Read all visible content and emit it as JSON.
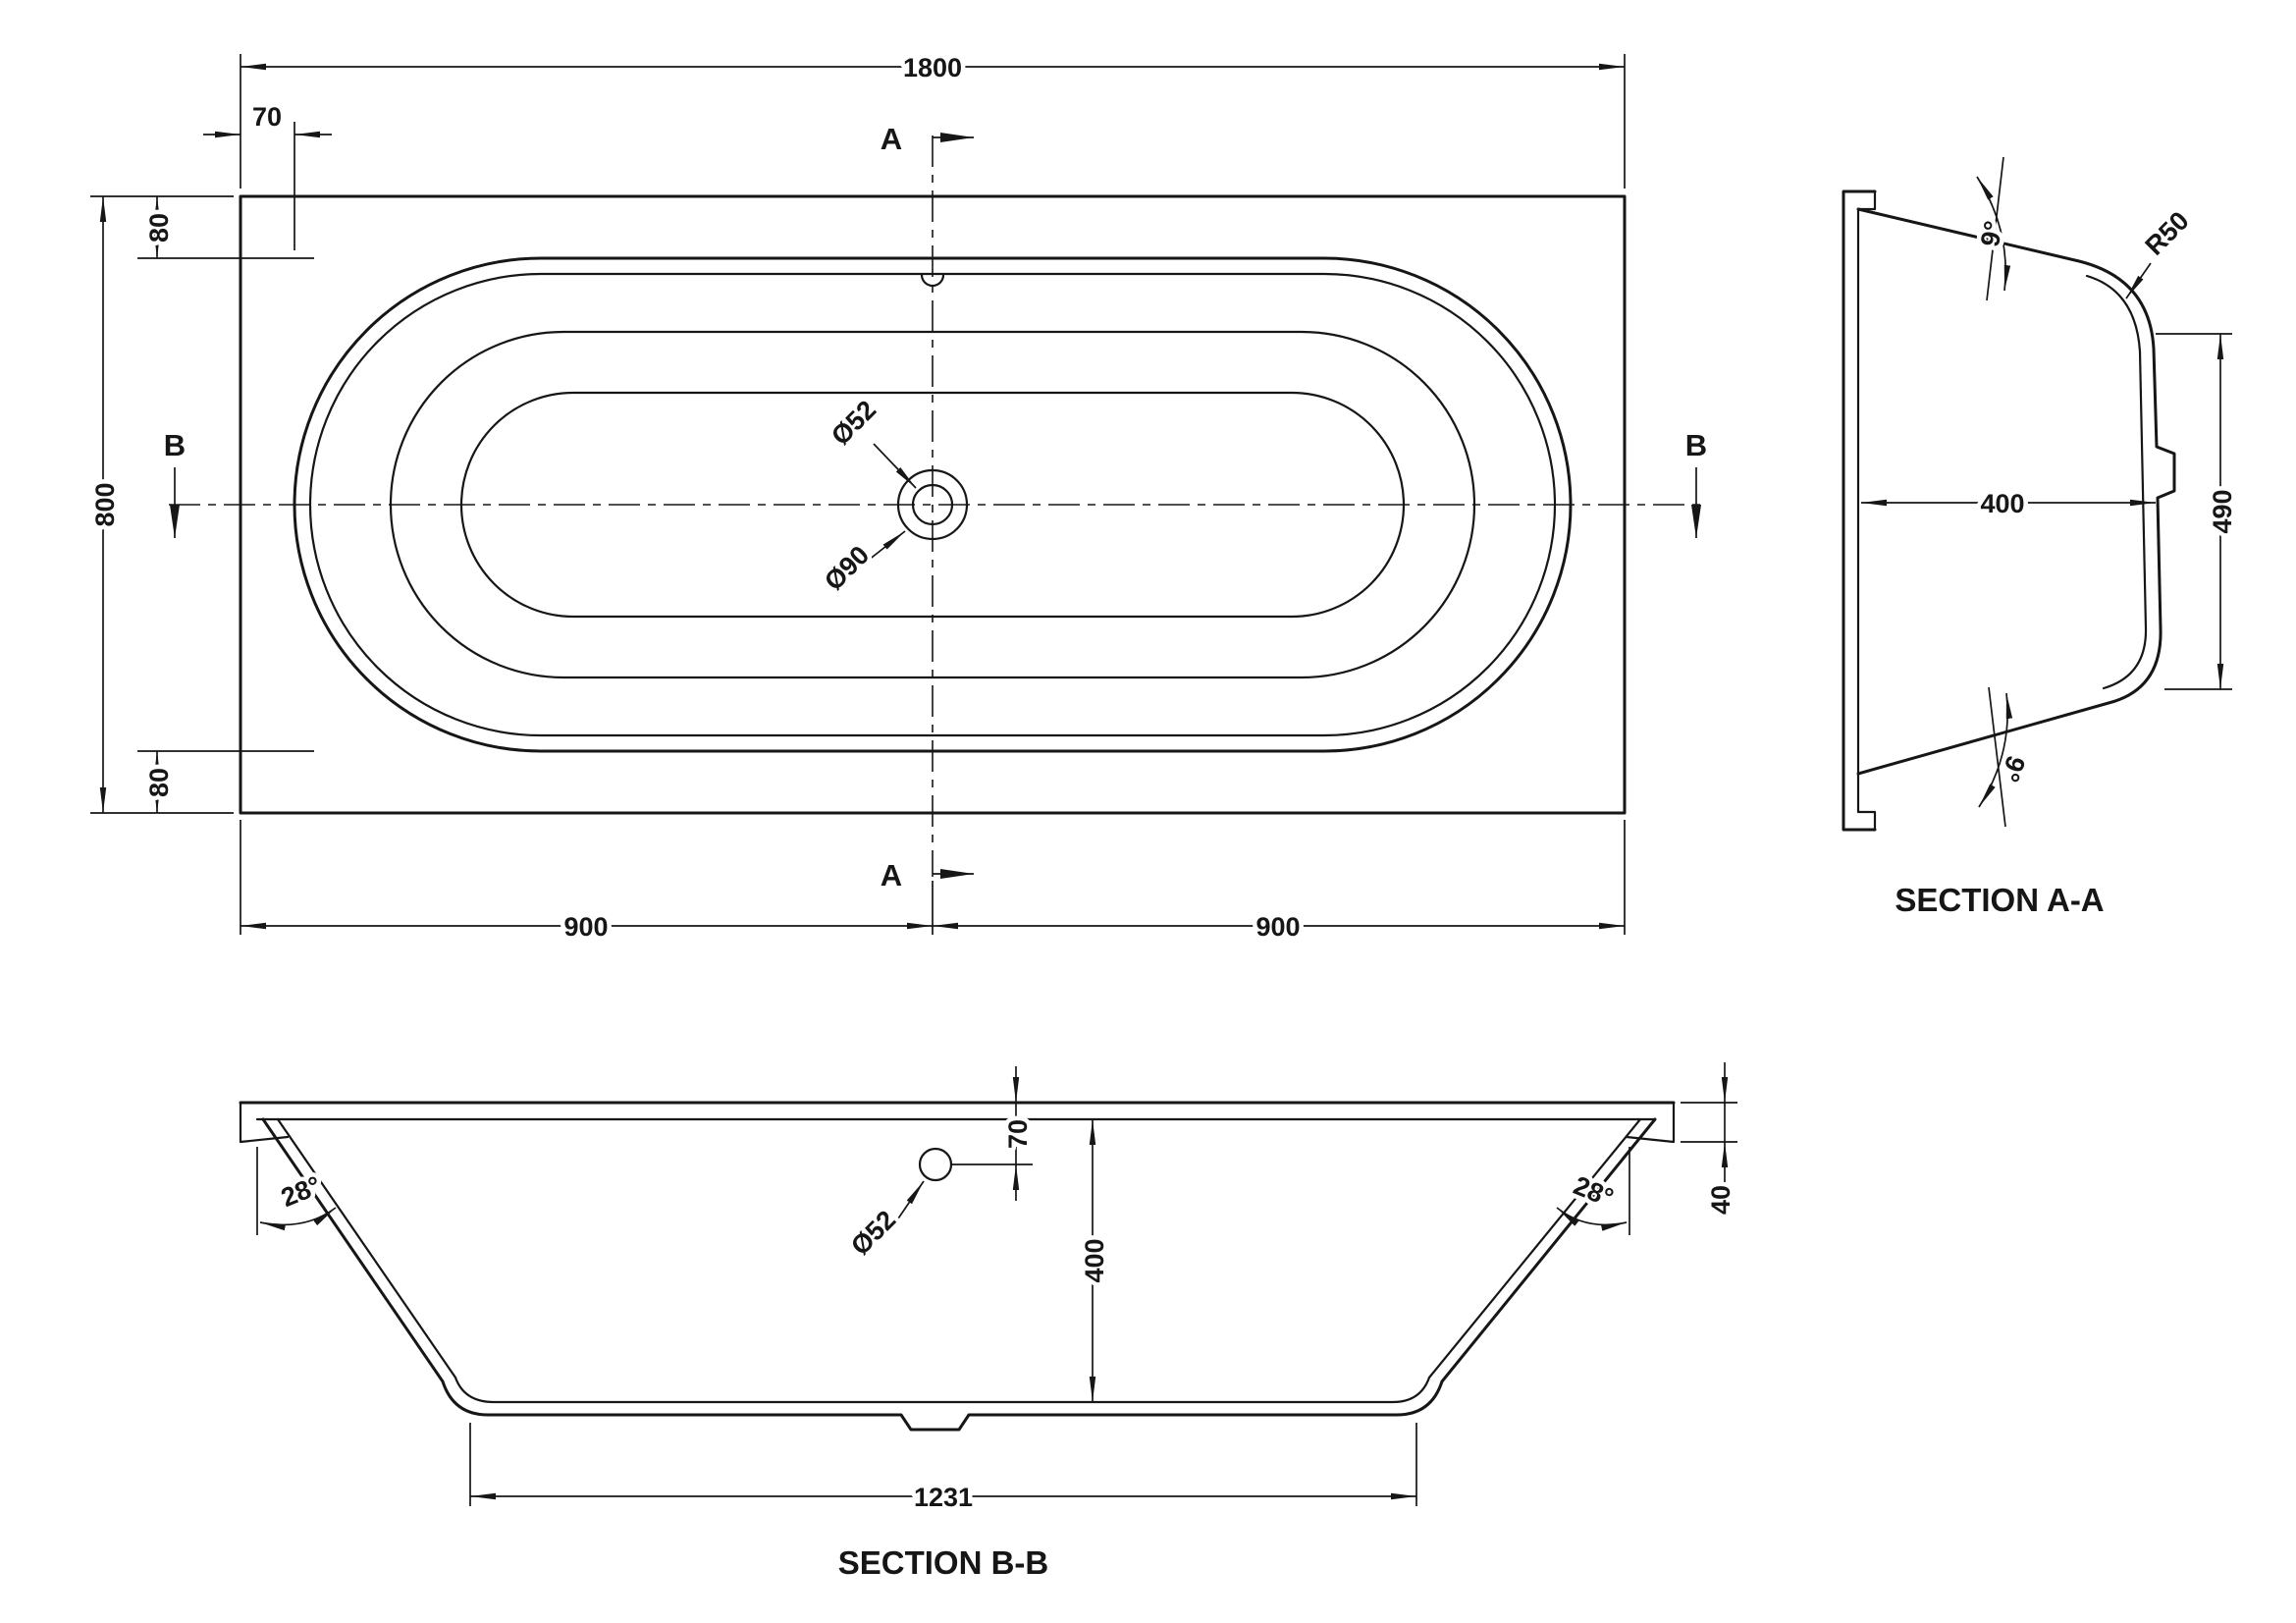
{
  "drawing": {
    "plan": {
      "dim_width": "1800",
      "dim_rim_offset": "70",
      "dim_rim_top": "80",
      "dim_height": "800",
      "dim_rim_bottom": "80",
      "dim_half_left": "900",
      "dim_half_right": "900",
      "dim_drain_inner": "Ø52",
      "dim_drain_outer": "Ø90",
      "mark_a": "A",
      "mark_b": "B"
    },
    "section_aa": {
      "title": "SECTION A-A",
      "dim_angle_top": "9°",
      "dim_radius": "R50",
      "dim_width": "400",
      "dim_depth": "490",
      "dim_angle_bottom": "9°"
    },
    "section_bb": {
      "title": "SECTION B-B",
      "dim_angle_left": "28°",
      "dim_angle_right": "28°",
      "dim_drain_offset": "70",
      "dim_drain": "Ø52",
      "dim_depth": "400",
      "dim_rim": "40",
      "dim_base": "1231"
    },
    "colors": {
      "line": "#161616",
      "background": "#ffffff"
    }
  }
}
